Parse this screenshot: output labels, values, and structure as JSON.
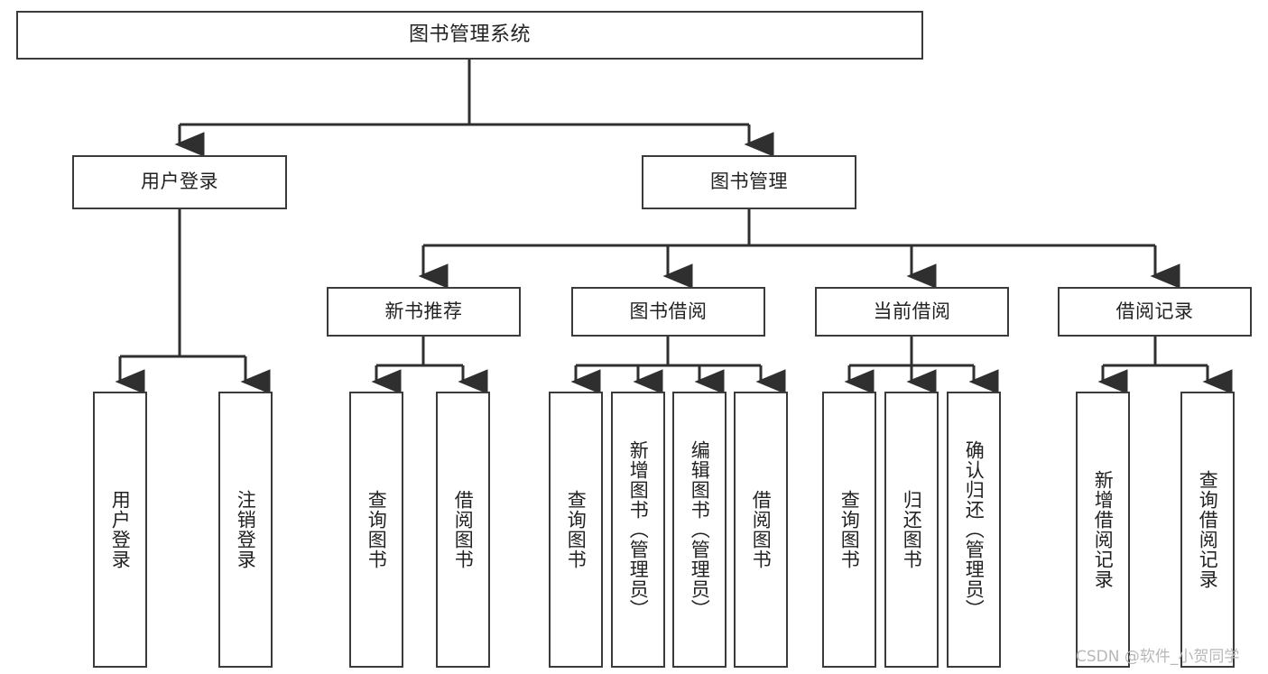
{
  "diagram": {
    "title": "图书管理系统",
    "type": "hierarchy-tree",
    "colors": {
      "box_border": "#3b3b3b",
      "box_fill": "#ffffff",
      "connector": "#2f2f2f",
      "text": "#222222",
      "watermark": "#b8b8b8"
    },
    "root": {
      "label": "图书管理系统"
    },
    "level2": [
      {
        "label": "用户登录"
      },
      {
        "label": "图书管理"
      }
    ],
    "level3": [
      {
        "label": "新书推荐"
      },
      {
        "label": "图书借阅"
      },
      {
        "label": "当前借阅"
      },
      {
        "label": "借阅记录"
      }
    ],
    "leaves": {
      "user_login": [
        {
          "label": "用户登录"
        },
        {
          "label": "注销登录"
        }
      ],
      "new_book_recommend": [
        {
          "label": "查询图书"
        },
        {
          "label": "借阅图书"
        }
      ],
      "book_borrow": [
        {
          "label": "查询图书"
        },
        {
          "label": "新增图书（管理员）"
        },
        {
          "label": "编辑图书（管理员）"
        },
        {
          "label": "借阅图书"
        }
      ],
      "current_borrow": [
        {
          "label": "查询图书"
        },
        {
          "label": "归还图书"
        },
        {
          "label": "确认归还（管理员）"
        }
      ],
      "borrow_record": [
        {
          "label": "新增借阅记录"
        },
        {
          "label": "查询借阅记录"
        }
      ]
    }
  },
  "watermark": {
    "text": "CSDN @软件_小贺同学"
  }
}
